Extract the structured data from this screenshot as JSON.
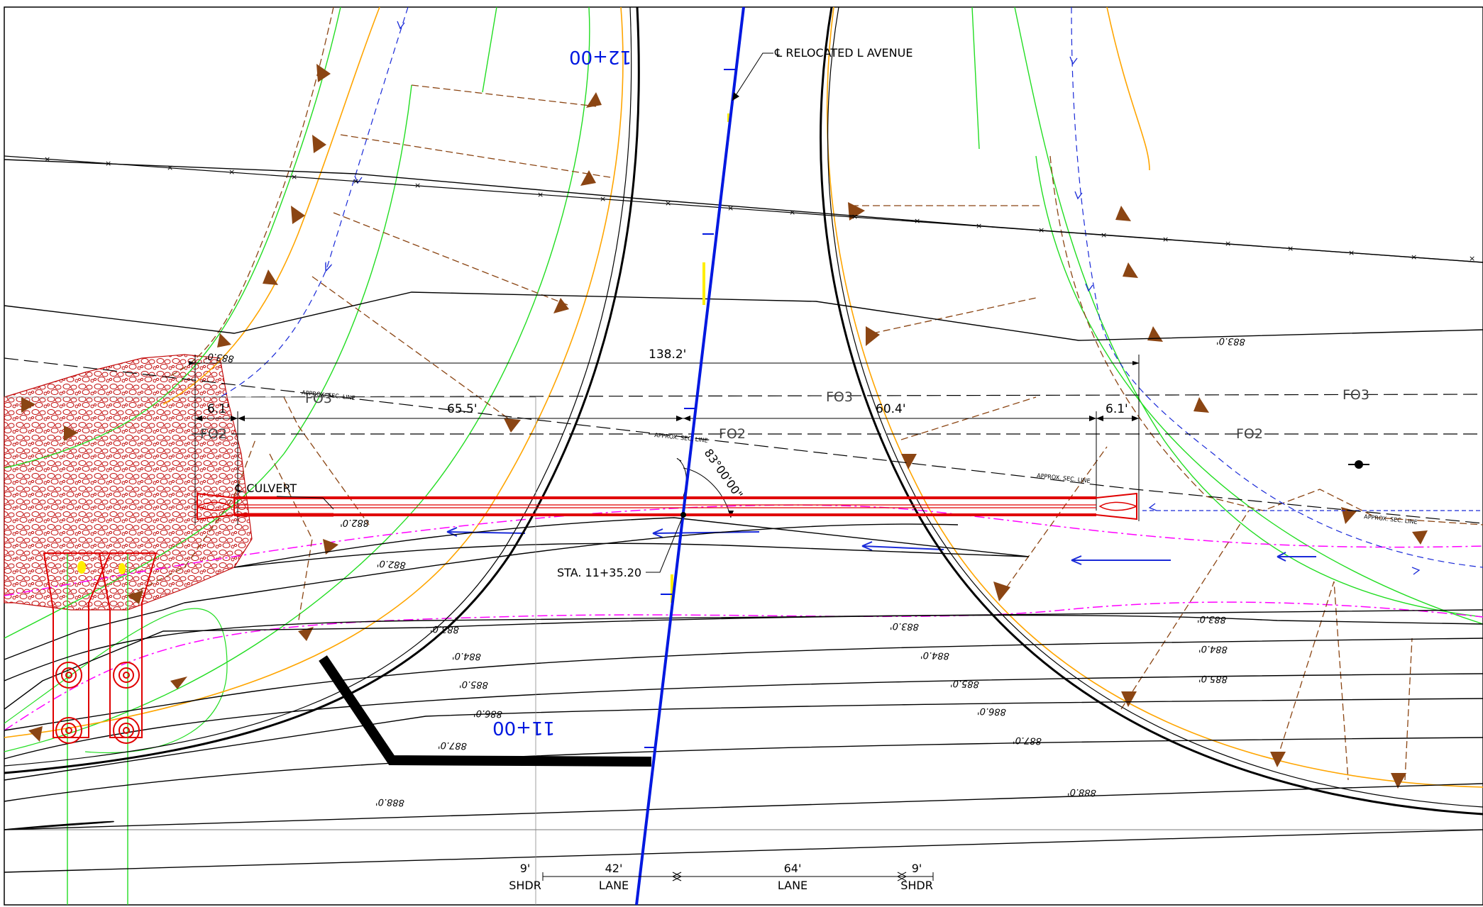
{
  "labels": {
    "station_12": "12+00",
    "station_11": "11+00",
    "centerline_label": "℄ RELOCATED L AVENUE",
    "culvert_label": "℄ CULVERT",
    "station_point": "STA. 11+35.20",
    "angle": "83°00'00\"",
    "dim_total": "138.2'",
    "dim_left_offset": "6.1'",
    "dim_left": "65.5'",
    "dim_right": "60.4'",
    "dim_right_offset": "6.1'",
    "fo3": "FO3",
    "fo2": "FO2",
    "sec_line": "APPROX. SEC. LINE"
  },
  "contours": {
    "c8830": "883.0'",
    "c8820": "882.0'",
    "c8840": "884.0'",
    "c8850": "885.0'",
    "c8860": "886.0'",
    "c8870": "887.0'",
    "c8880": "888.0'",
    "c8820b": "882.0'",
    "c8830b": "883.0'"
  },
  "typical_section": {
    "shdr_left_width": "9'",
    "shdr_left_label": "SHDR",
    "lane_left_width": "42'",
    "lane_left_label": "LANE",
    "lane_right_width": "64'",
    "lane_right_label": "LANE",
    "shdr_right_width": "9'",
    "shdr_right_label": "SHDR"
  },
  "colors": {
    "centerline": "#0018e0",
    "culvert": "#e00000",
    "grading": "#8b4513",
    "contour": "#000000",
    "green_line": "#22dd22",
    "orange_line": "#ffa500",
    "magenta_line": "#ff00ff",
    "drainage": "#1a2ad8"
  }
}
